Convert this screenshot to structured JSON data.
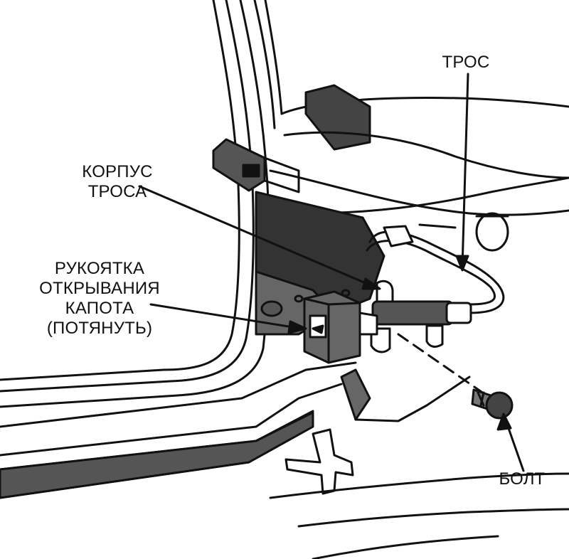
{
  "diagram": {
    "labels": {
      "cable": "ТРОС",
      "cable_housing": [
        "КОРПУС",
        "ТРОСА"
      ],
      "hood_release_handle": [
        "РУКОЯТКА",
        "ОТКРЫВАНИЯ",
        "КАПОТА",
        "(ПОТЯНУТЬ)"
      ],
      "bolt": "БОЛТ"
    }
  }
}
